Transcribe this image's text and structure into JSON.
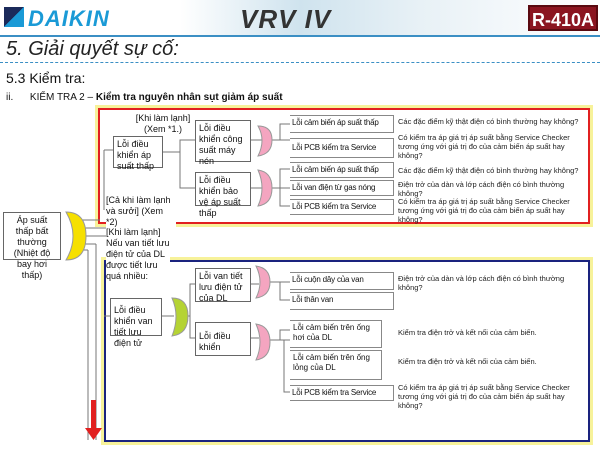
{
  "header": {
    "brand": "DAIKIN",
    "product": "VRV IV",
    "refrigerant": "R-410A"
  },
  "title": "5. Giải quyết sự cố:",
  "subtitle": "5.3 Kiểm tra:",
  "section": {
    "num": "ii.",
    "prefix": "KIỂM TRA 2 –",
    "bold": "Kiểm tra nguyên nhân sụt giảm áp suất"
  },
  "root": "Áp suất thấp bất thường (Nhiệt độ bay hơi thấp)",
  "cond1": "[Khi làm lạnh] (Xem *1.)",
  "cond2": "[Cả khi làm lạnh và sưởi] (Xem *2)",
  "cond3": "[Khi làm lạnh] Nếu van tiết lưu điện tử của DL được tiết lưu quá nhiều:",
  "n1": "Lỗi điều khiển áp suất thấp",
  "n1a": "Lỗi điều khiển công suất máy nén",
  "n1b": "Lỗi điều khiển bảo vệ áp suất thấp",
  "l1": [
    "Lỗi cảm biến áp suất thấp",
    "Lỗi PCB kiểm tra Service"
  ],
  "l2": [
    "Lỗi cảm biến áp suất thấp",
    "Lỗi van điện từ gas nóng",
    "Lỗi PCB kiểm tra Service"
  ],
  "notes1": [
    "Các đặc điểm kỹ thật điện có bình thường hay không?",
    "Có kiểm tra áp giá trị áp suất bằng Service Checker tương ứng với giá trị đo của cảm biến áp suất hay không?",
    "Các đặc điểm kỹ thật điện có bình thường hay không?",
    "Điện trở của dàn và lớp cách điện có bình thường không?",
    "Có kiểm tra áp giá trị áp suất bằng Service Checker tương ứng với giá trị đo của cảm biến áp suất hay không?"
  ],
  "n2": "Lỗi điều khiển van tiết lưu điện tử",
  "n2a": "Lỗi van tiết lưu điện tử của DL",
  "n2b": "Lỗi điều khiển",
  "l3": [
    "Lỗi cuộn dây của van",
    "Lỗi thân van"
  ],
  "l4": [
    "Lỗi cảm biến trên ống hơi của DL",
    "Lỗi cảm biến trên ống lỏng của DL",
    "Lỗi PCB kiểm tra Service"
  ],
  "notes2": [
    "Điện trở của dàn và lớp cách điện có bình thường không?",
    "Kiểm tra điện trở và kết nối của cảm biến.",
    "Kiểm tra điện trở và kết nối của cảm biến.",
    "Có kiểm tra áp giá trị áp suất bằng Service Checker tương ứng với giá trị đo của cảm biến áp suất hay không?"
  ]
}
